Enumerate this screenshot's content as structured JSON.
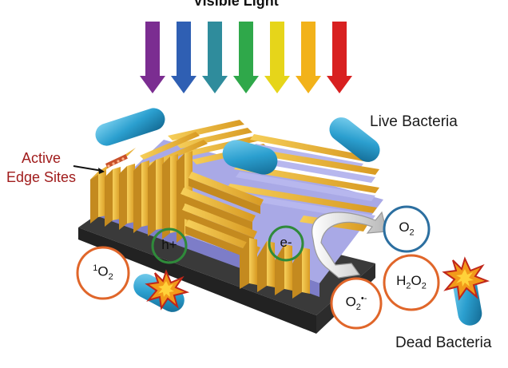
{
  "title": "Visible Light",
  "live_bacteria_label": "Live Bacteria",
  "dead_bacteria_label": "Dead Bacteria",
  "active_sites_label_line1": "Active",
  "active_sites_label_line2": "Edge Sites",
  "hole_label": "h+",
  "electron_label": "e-",
  "species": {
    "singlet_oxygen": {
      "sup": "1",
      "base": "O",
      "sub": "2"
    },
    "oxygen": {
      "base": "O",
      "sub": "2"
    },
    "hydrogen_peroxide": {
      "a": "H",
      "a_sub": "2",
      "b": "O",
      "b_sub": "2"
    },
    "superoxide": {
      "base": "O",
      "sub": "2",
      "sup": "•-"
    }
  },
  "colors": {
    "arrows": [
      "#7b2d91",
      "#2f5fb3",
      "#2f8c9c",
      "#2fa84a",
      "#e6d51a",
      "#f2b21a",
      "#d82020"
    ],
    "circle_orange": "#e0662a",
    "circle_blue": "#2c6fa0",
    "circle_green": "#2f8a3a",
    "bacteria": "#2b9fcf",
    "platelet_gold": "#e9b23a",
    "platelet_side": "#c48a1f",
    "substrate": "#3a3a3a",
    "base_lavender": "#9d9de0",
    "label_red": "#a01c1c"
  }
}
